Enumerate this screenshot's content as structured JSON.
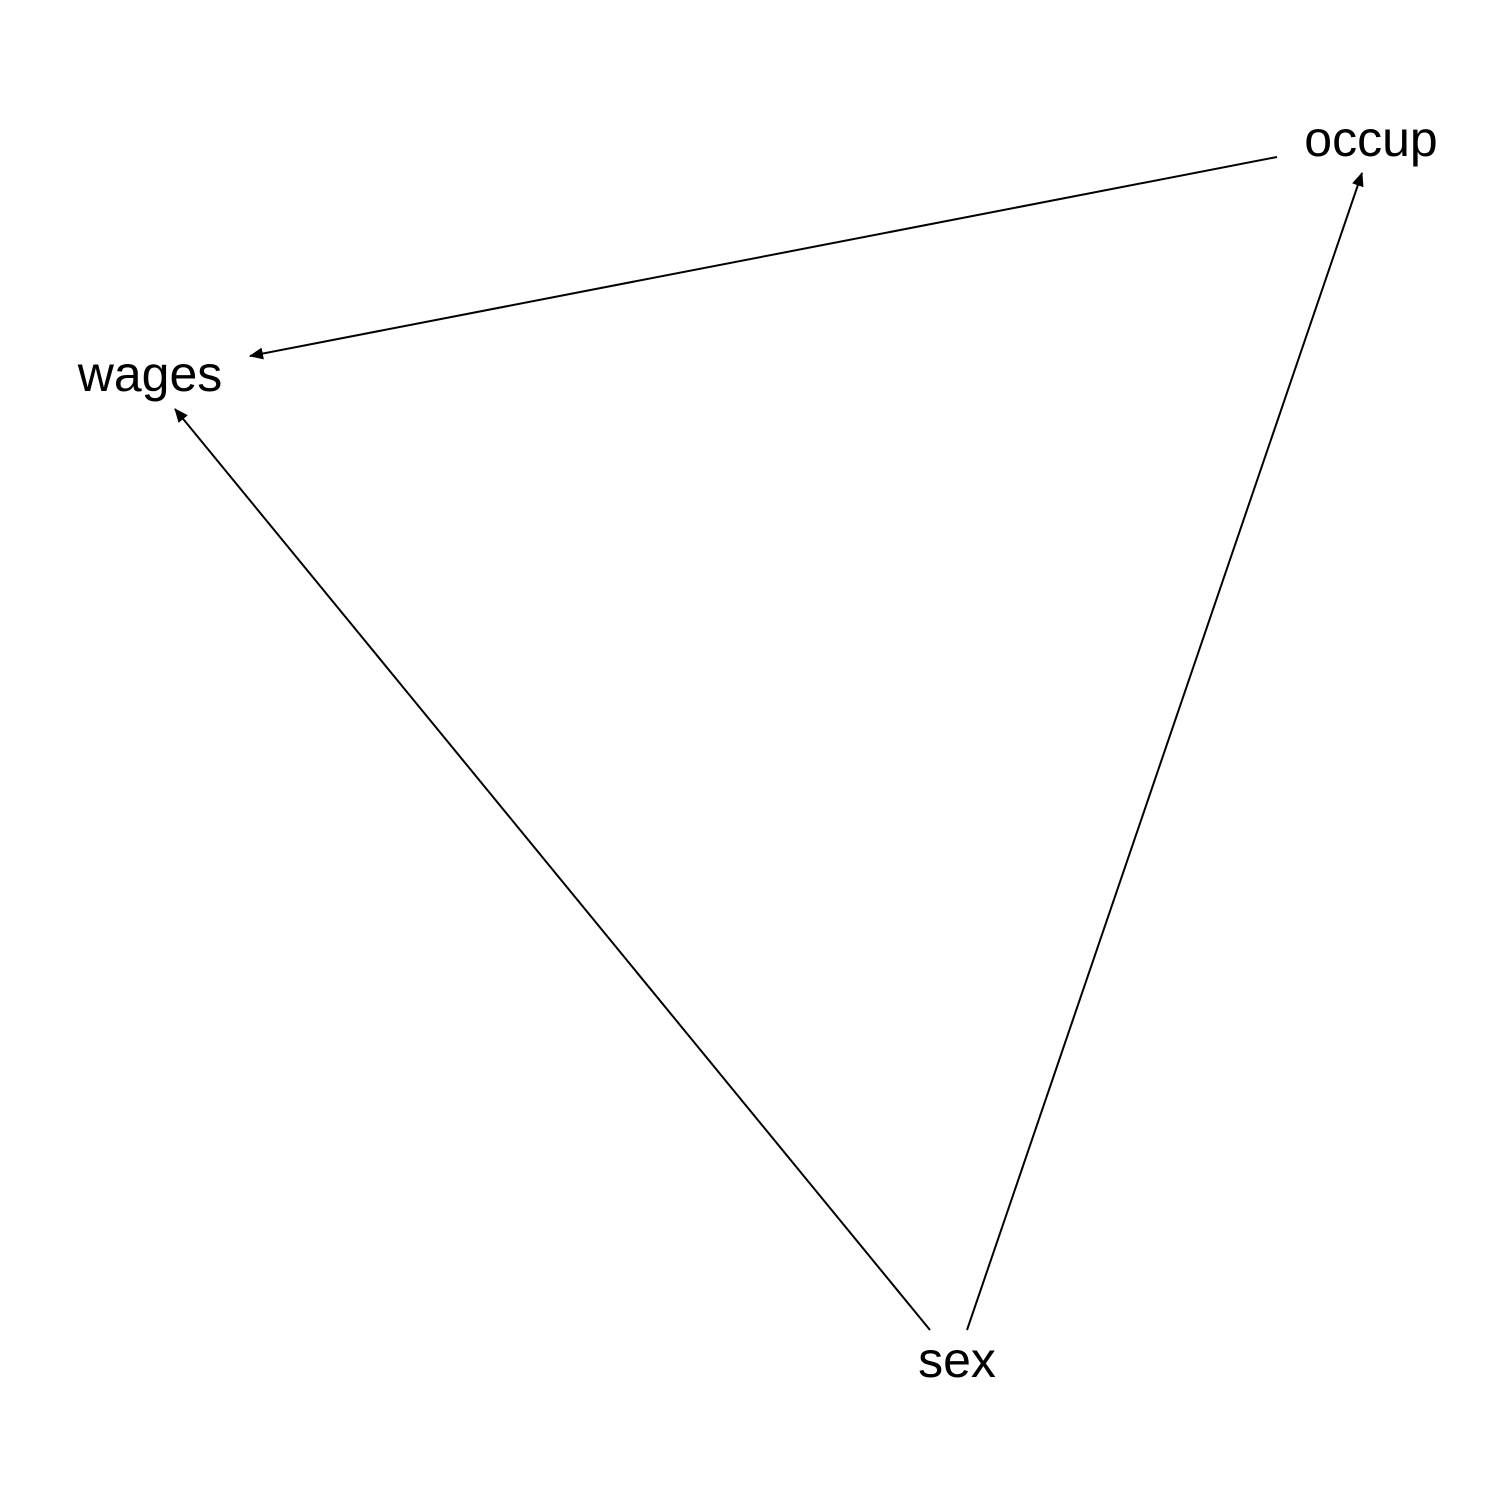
{
  "nodes": [
    {
      "id": "occup",
      "label": "occup"
    },
    {
      "id": "wages",
      "label": "wages"
    },
    {
      "id": "sex",
      "label": "sex"
    }
  ],
  "edges": [
    {
      "from": "occup",
      "to": "wages"
    },
    {
      "from": "sex",
      "to": "wages"
    },
    {
      "from": "sex",
      "to": "occup"
    }
  ],
  "colors": {
    "edge": "#000000",
    "text": "#000000",
    "background": "#ffffff"
  }
}
